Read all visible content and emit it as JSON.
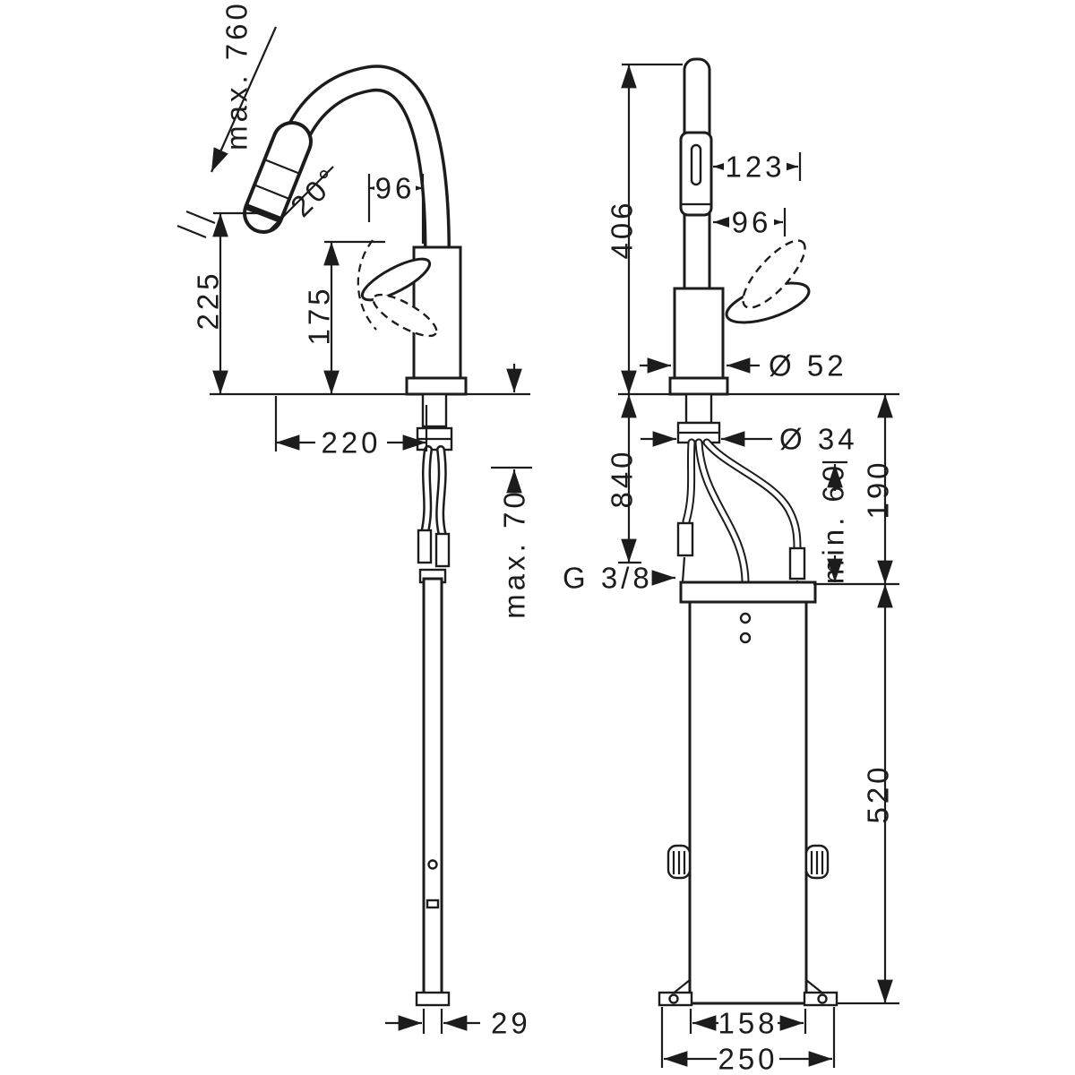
{
  "drawing": {
    "name": "Kitchen mixer tap installation dimensional drawing",
    "line_color": "#1c1c1c",
    "background_color": "#ffffff"
  },
  "side": {
    "pullout": "max. 760",
    "spout_angle": "20°",
    "outlet_offset": "96",
    "outlet_height": "225",
    "spout_height": "175",
    "reach": "220",
    "deck_thickness": "max. 70",
    "box_depth": "29"
  },
  "front": {
    "total_height": "406",
    "head_length": "123",
    "handle_length": "96",
    "body_diameter": "Ø 52",
    "shank_diameter": "Ø 34",
    "hose_length": "840",
    "clearance": "min. 60",
    "top_offset": "190",
    "thread": "G 3/8",
    "box_height": "520",
    "box_width": "158",
    "foot_width": "250"
  }
}
